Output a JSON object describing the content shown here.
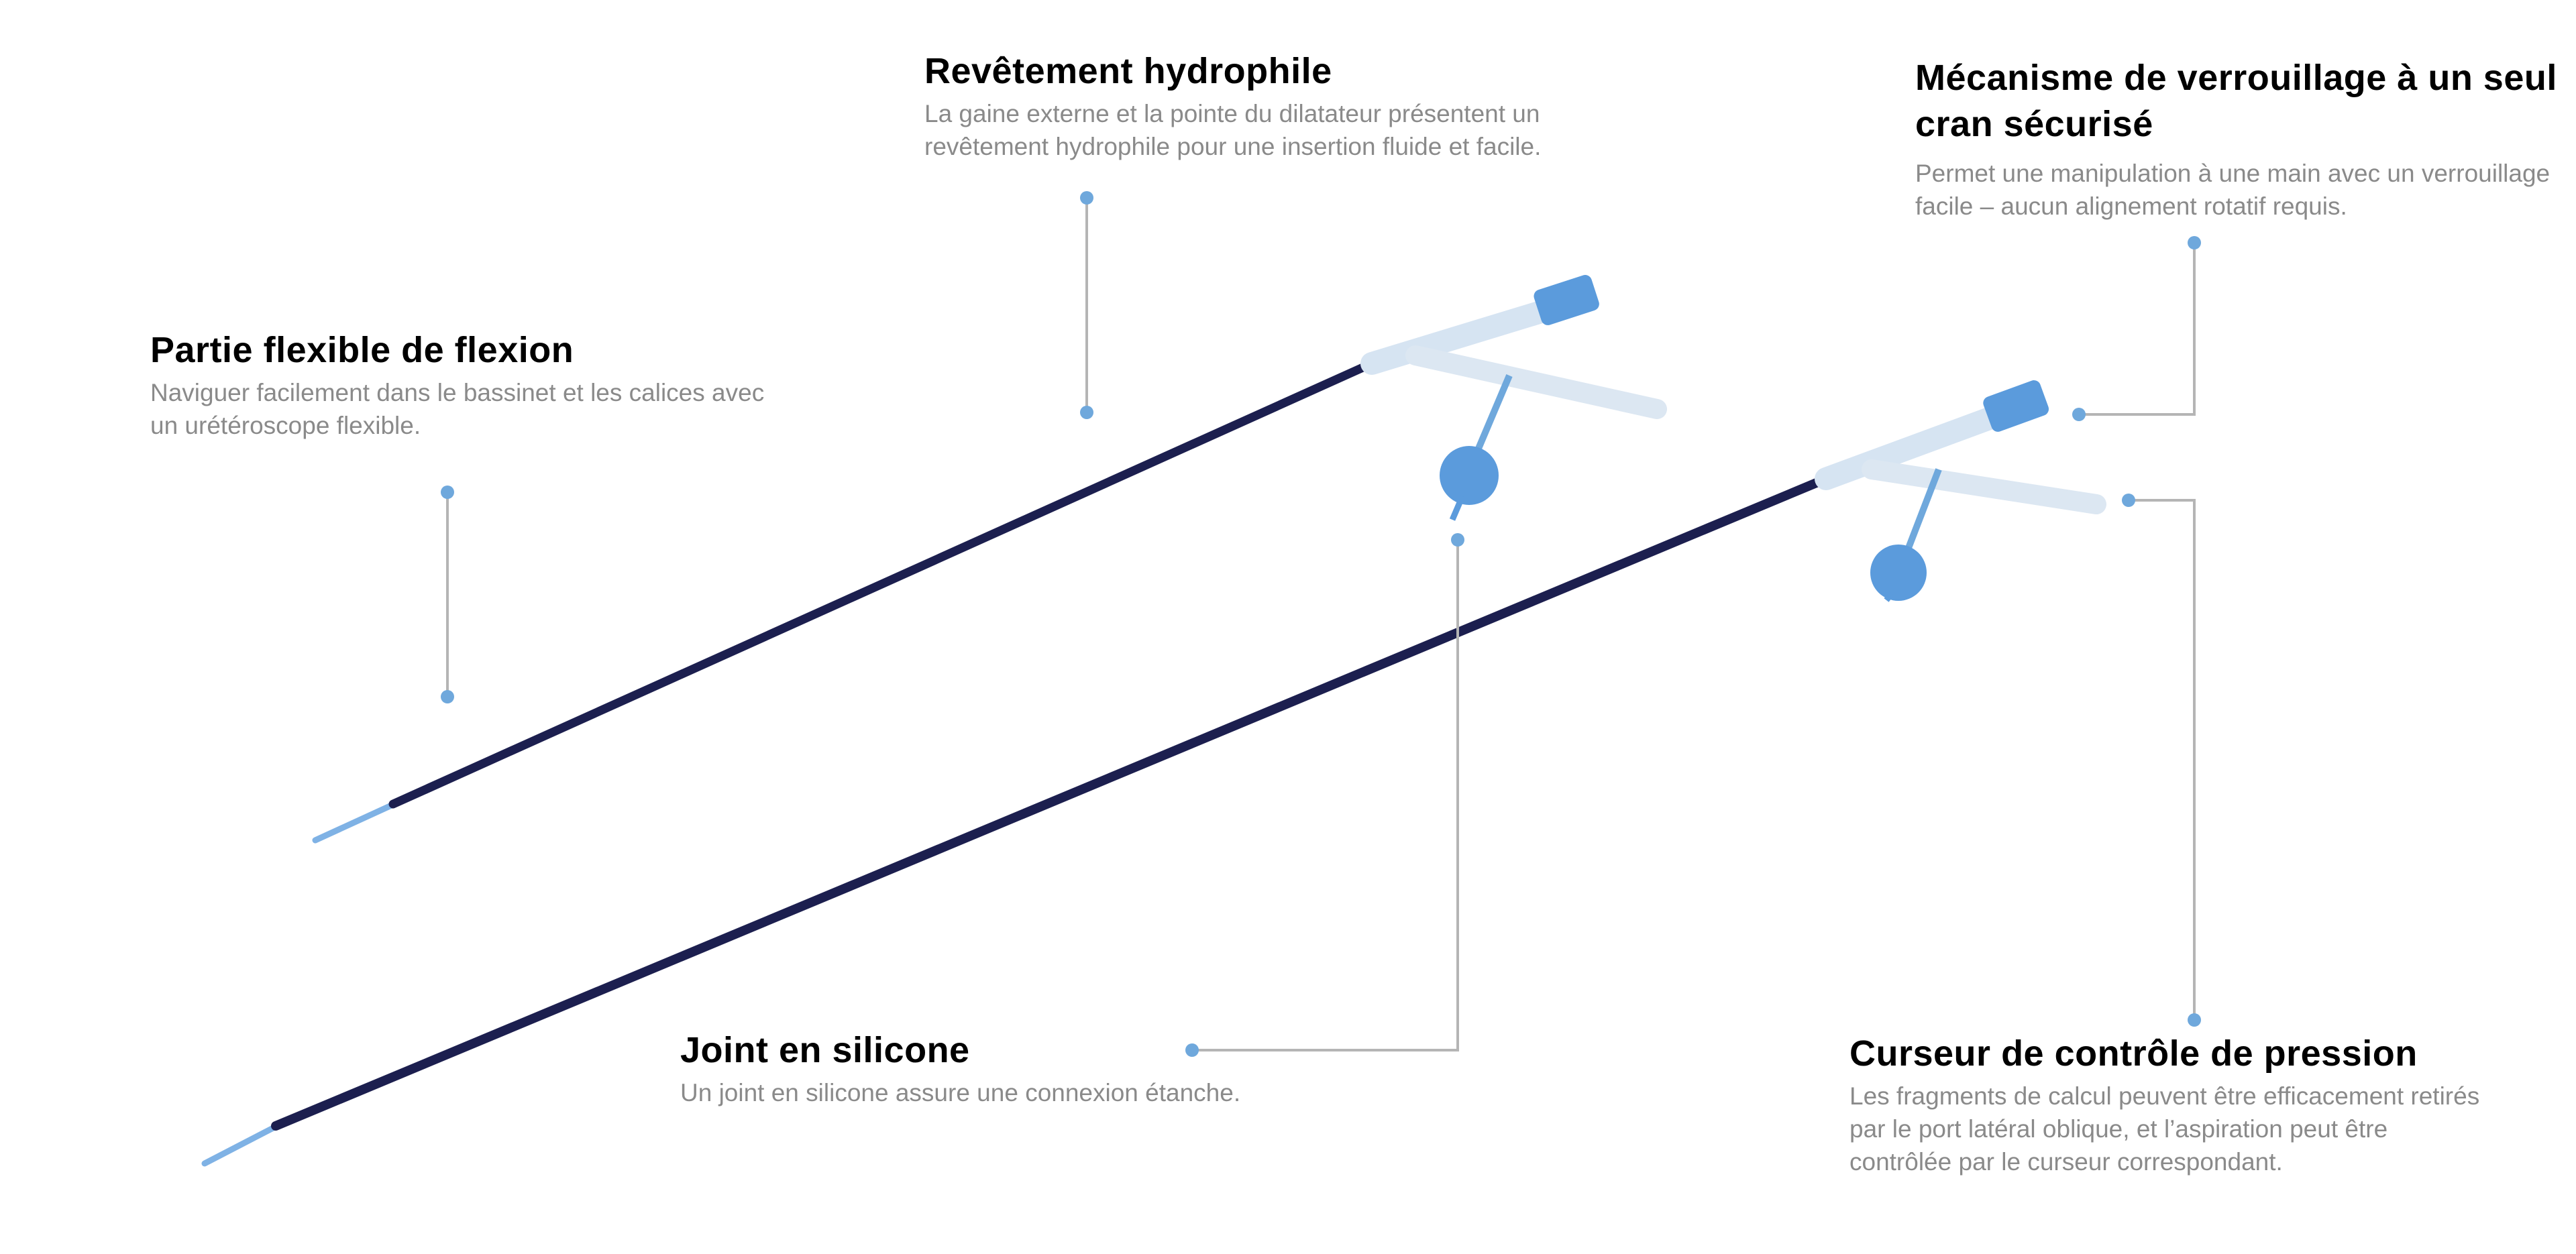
{
  "colors": {
    "accent": "#6fa8dc",
    "shaft": "#1c1f4f",
    "leader": "#b5b5b5",
    "title": "#000000",
    "body": "#8a8a8a"
  },
  "callouts": {
    "hydrophilic": {
      "title": "Revêtement hydrophile",
      "body": "La gaine externe et la pointe du dilatateur présentent un revêtement hydrophile pour une insertion fluide et facile."
    },
    "locking": {
      "title": "Mécanisme de verrouillage à un seul cran sécurisé",
      "body": "Permet une manipulation à une main avec un verrouillage facile – aucun alignement rotatif requis."
    },
    "flexible": {
      "title": "Partie flexible de flexion",
      "body": "Naviguer facilement dans le bassinet et les calices avec un urétéroscope flexible."
    },
    "seal": {
      "title": "Joint en silicone",
      "body": "Un joint en silicone assure une connexion étanche."
    },
    "pressure": {
      "title": "Curseur de contrôle de pression",
      "body": "Les fragments de calcul peuvent être efficacement retirés par le port latéral oblique, et l’aspiration peut être contrôlée par le curseur correspondant."
    }
  }
}
